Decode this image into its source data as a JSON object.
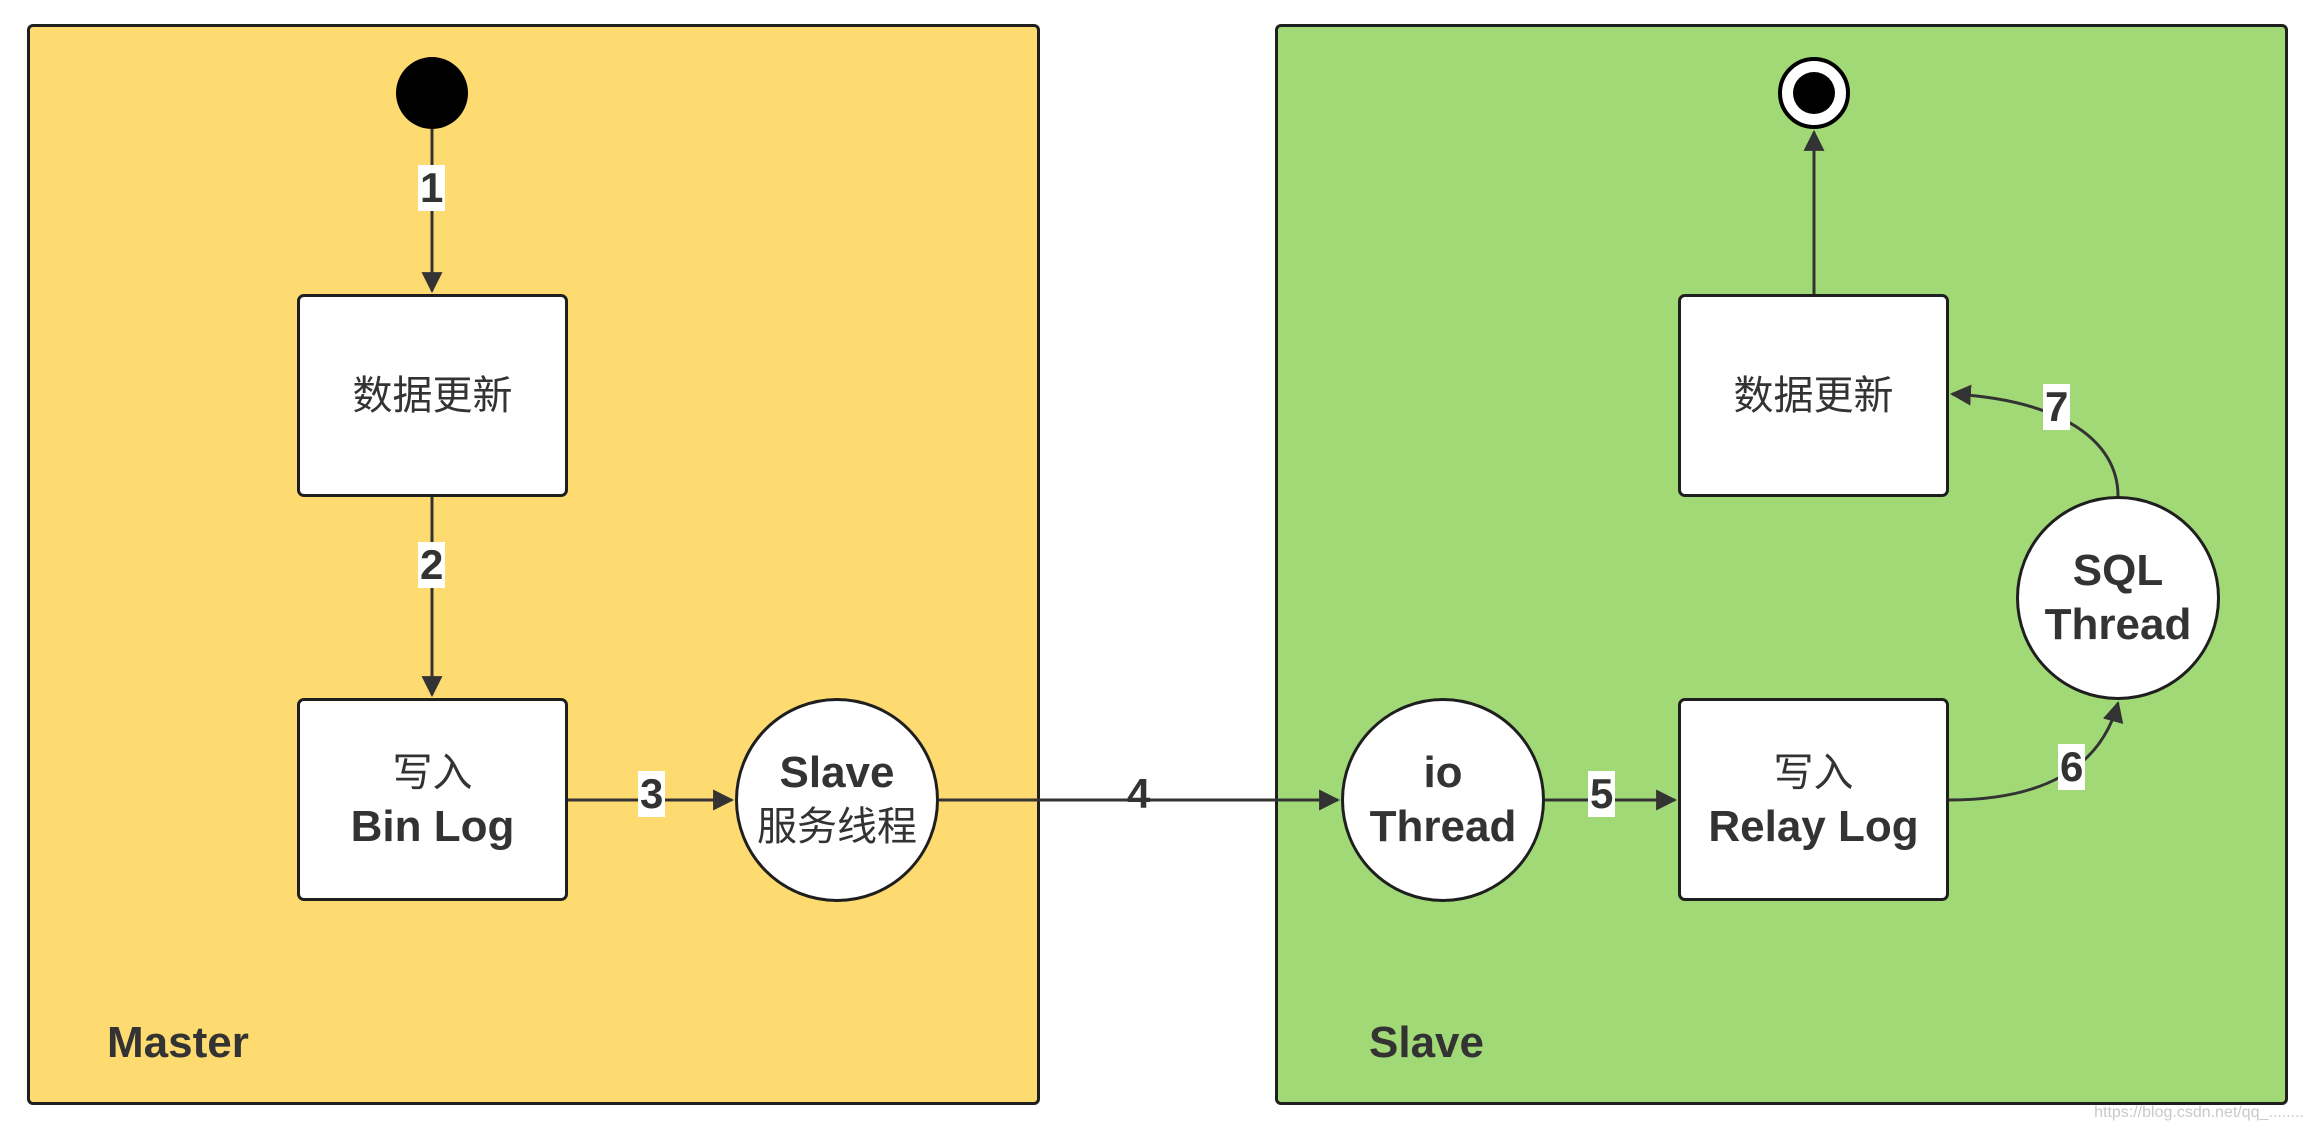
{
  "lanes": {
    "master": {
      "title": "Master",
      "color": "#fedb71"
    },
    "slave": {
      "title": "Slave",
      "color": "#a2d977"
    }
  },
  "nodes": {
    "master_update": {
      "line1": "数据更新"
    },
    "master_binlog": {
      "line1": "写入",
      "line2": "Bin Log"
    },
    "master_slave_service": {
      "line1": "Slave",
      "line2": "服务线程"
    },
    "slave_io": {
      "line1": "io",
      "line2": "Thread"
    },
    "slave_relay": {
      "line1": "写入",
      "line2": "Relay Log"
    },
    "slave_sql": {
      "line1": "SQL",
      "line2": "Thread"
    },
    "slave_update": {
      "line1": "数据更新"
    }
  },
  "steps": [
    "1",
    "2",
    "3",
    "4",
    "5",
    "6",
    "7"
  ],
  "watermark": "https://blog.csdn.net/qq_........"
}
